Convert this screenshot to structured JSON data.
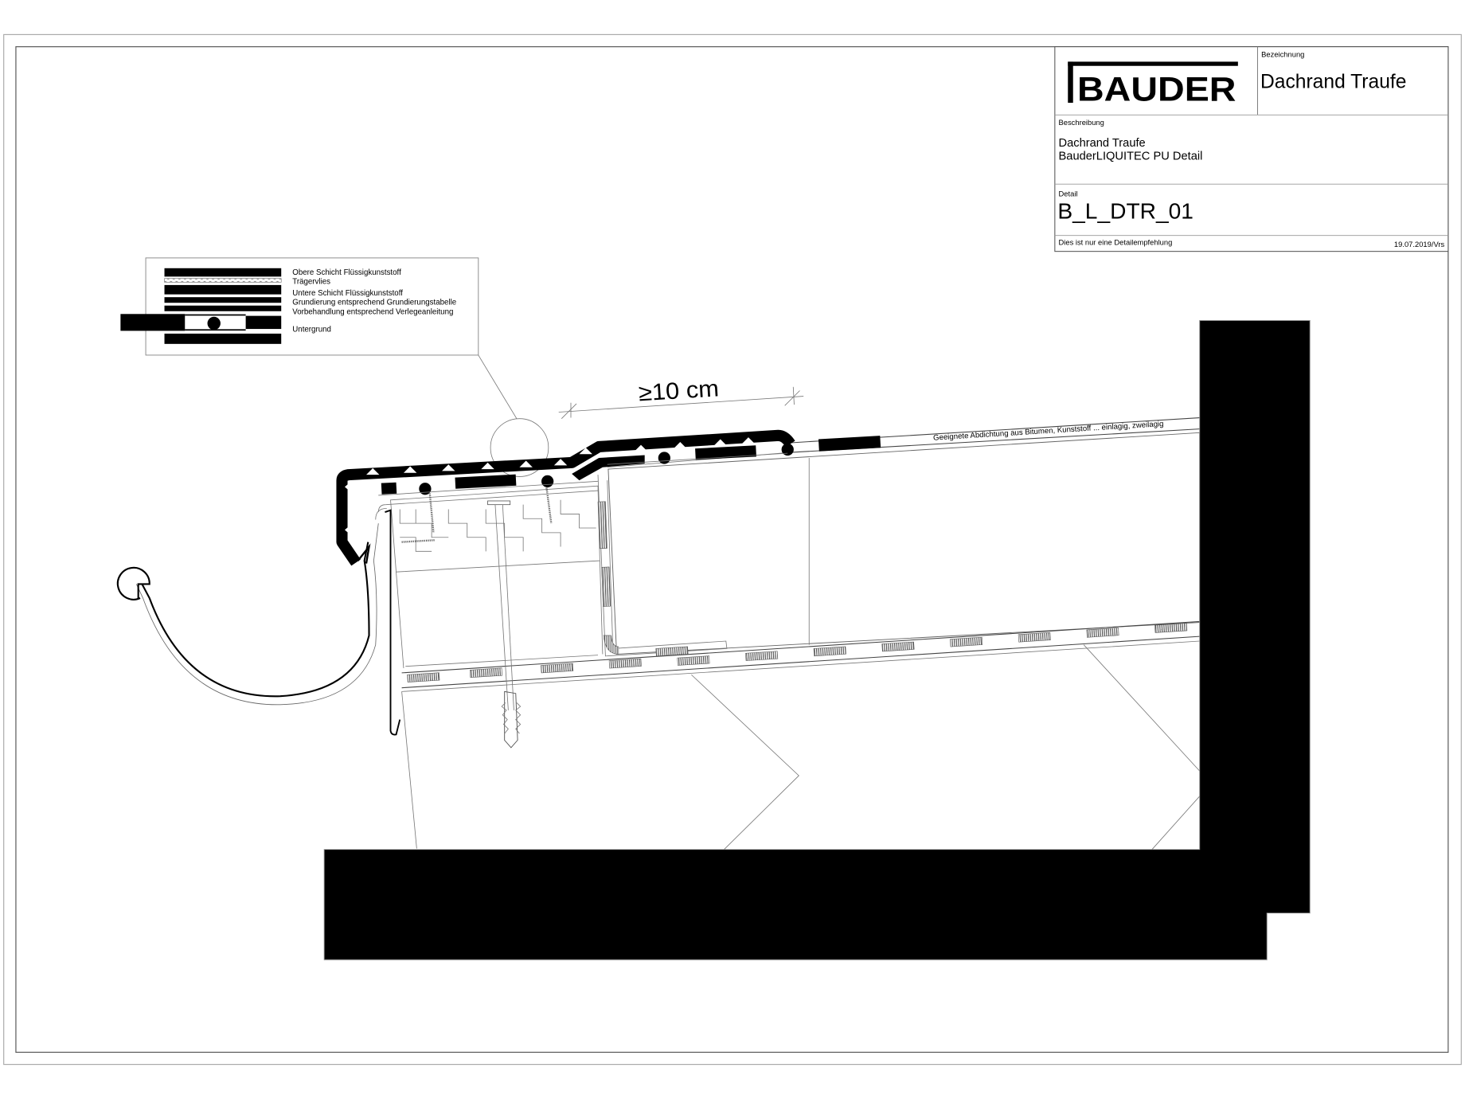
{
  "title_block": {
    "logo_text": "BAUDER",
    "bezeichnung_label": "Bezeichnung",
    "bezeichnung_value": "Dachrand Traufe",
    "beschreibung_label": "Beschreibung",
    "beschreibung_line1": "Dachrand Traufe",
    "beschreibung_line2": "BauderLIQUITEC PU Detail",
    "detail_label": "Detail",
    "detail_value": "B_L_DTR_01",
    "disclaimer": "Dies ist nur eine Detailempfehlung",
    "date_author": "19.07.2019/Vrs"
  },
  "legend": {
    "items": [
      {
        "label": "Obere Schicht Flüssigkunststoff"
      },
      {
        "label": "Trägervlies"
      },
      {
        "label": "Untere Schicht Flüssigkunststoff"
      },
      {
        "label": "Grundierung entsprechend Grundierungstabelle"
      },
      {
        "label": "Vorbehandlung entsprechend Verlegeanleitung"
      },
      {
        "label": "Untergrund"
      }
    ]
  },
  "annotations": {
    "dimension": "≥10 cm",
    "existing_waterproofing": "Geeignete Abdichtung aus Bitumen, Kunststoff ... einlagig, zweilagig"
  },
  "colors": {
    "ink": "#000000",
    "line_gray": "#777777",
    "paper": "#ffffff"
  }
}
